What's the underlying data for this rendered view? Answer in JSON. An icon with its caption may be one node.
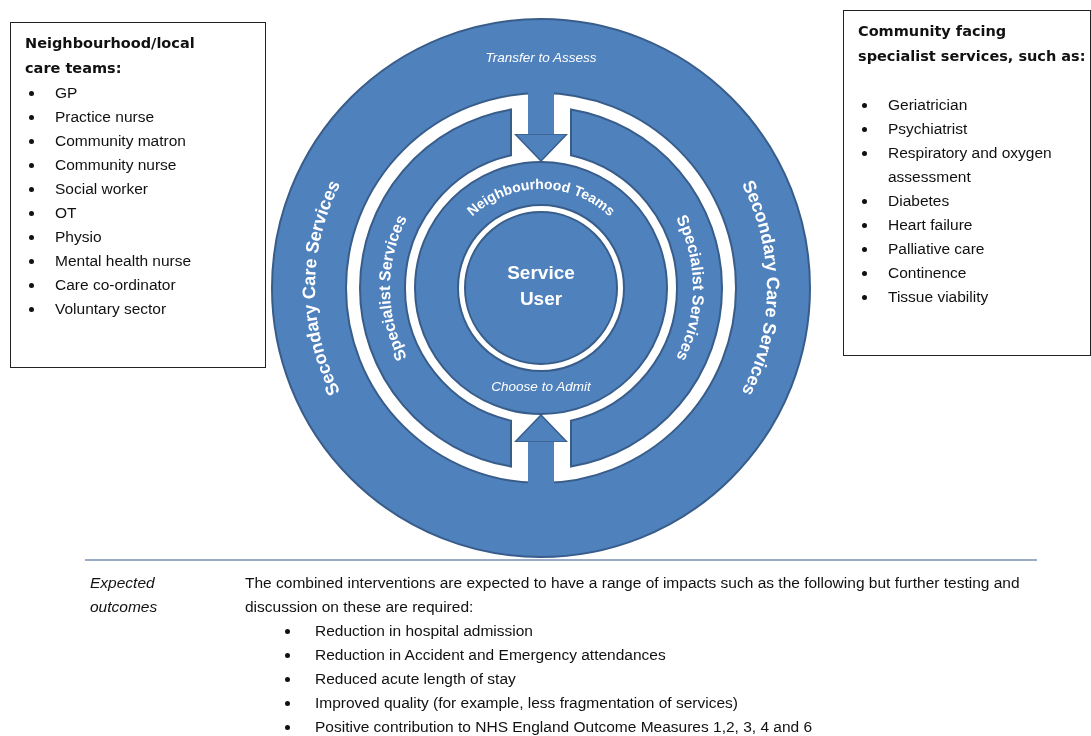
{
  "diagram": {
    "nodes": [
      {
        "text": [
          "Neighbourhood/local care teams:",
          "GP",
          "Practice nurse",
          "Community matron",
          "Community nurse",
          "Social worker",
          "OT",
          "Physio",
          "Mental health nurse",
          "Care co-ordinator",
          "Voluntary sector"
        ]
      },
      {
        "text": [
          "Community facing specialist services, such as:",
          "Geriatrician",
          "Psychiatrist",
          "Respiratory and oxygen assessment",
          "Diabetes",
          "Heart failure",
          "Palliative care",
          "Continence",
          "Tissue viability"
        ]
      },
      {
        "text": [
          "Secondary Care Services",
          "Secondary Care Services"
        ]
      },
      {
        "text": [
          "Specialist Services"
        ],
        "in": 2
      },
      {
        "text": [
          "Specialist Services"
        ],
        "in": 2
      },
      {
        "text": [
          "Neighbourhood Teams"
        ],
        "in": 2
      },
      {
        "text": [
          "Service User"
        ],
        "in": 5
      }
    ],
    "edges": [
      {
        "from": 2,
        "to": 5,
        "arrow": "to",
        "label": "Transfer to Assess"
      },
      {
        "from": 2,
        "to": 5,
        "arrow": "to",
        "label": "Choose to Admit"
      }
    ],
    "labels": [
      "Expected outcomes",
      "The combined interventions are expected to have a range of impacts such as the following but further testing and discussion on these are required:",
      "Reduction in hospital admission",
      "Reduction in Accident and Emergency attendances",
      "Reduced acute length of stay",
      "Improved quality (for example, less fragmentation of services)",
      "Positive contribution to NHS England Outcome Measures 1,2, 3, 4 and 6"
    ]
  }
}
